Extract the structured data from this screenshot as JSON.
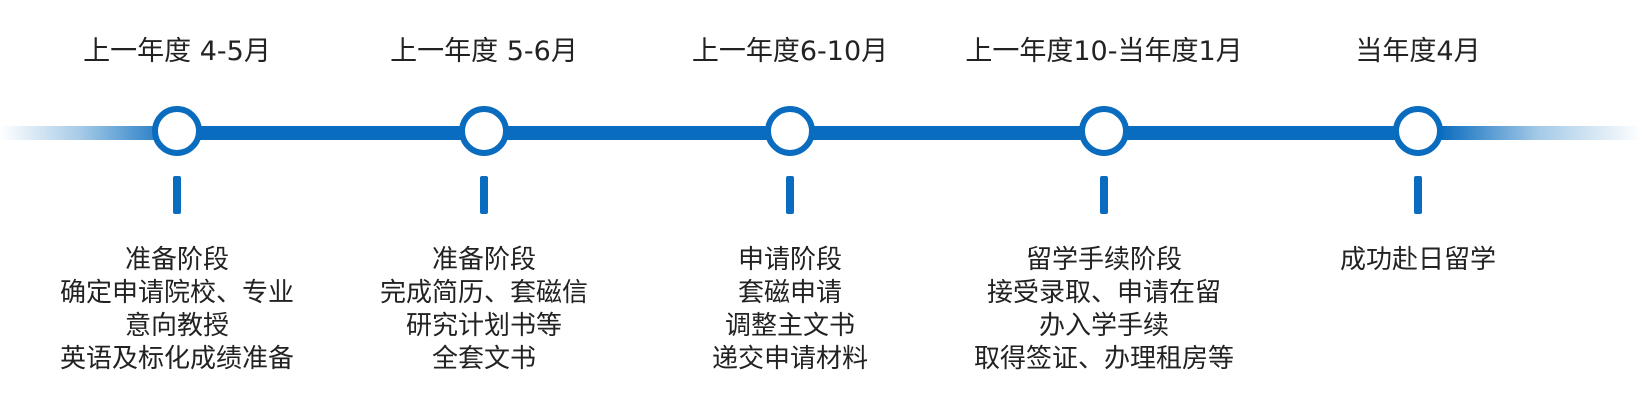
{
  "accent_color": "#0a6cbf",
  "milestones": [
    {
      "date": "上一年度 4-5月",
      "lines": [
        "准备阶段",
        "确定申请院校、专业",
        "意向教授",
        "英语及标化成绩准备"
      ]
    },
    {
      "date": "上一年度 5-6月",
      "lines": [
        "准备阶段",
        "完成简历、套磁信",
        "研究计划书等",
        "全套文书"
      ]
    },
    {
      "date": "上一年度6-10月",
      "lines": [
        "申请阶段",
        "套磁申请",
        "调整主文书",
        "递交申请材料"
      ]
    },
    {
      "date": "上一年度10-当年度1月",
      "lines": [
        "留学手续阶段",
        "接受录取、申请在留",
        "办入学手续",
        "取得签证、办理租房等"
      ]
    },
    {
      "date": "当年度4月",
      "lines": [
        "成功赴日留学"
      ]
    }
  ]
}
